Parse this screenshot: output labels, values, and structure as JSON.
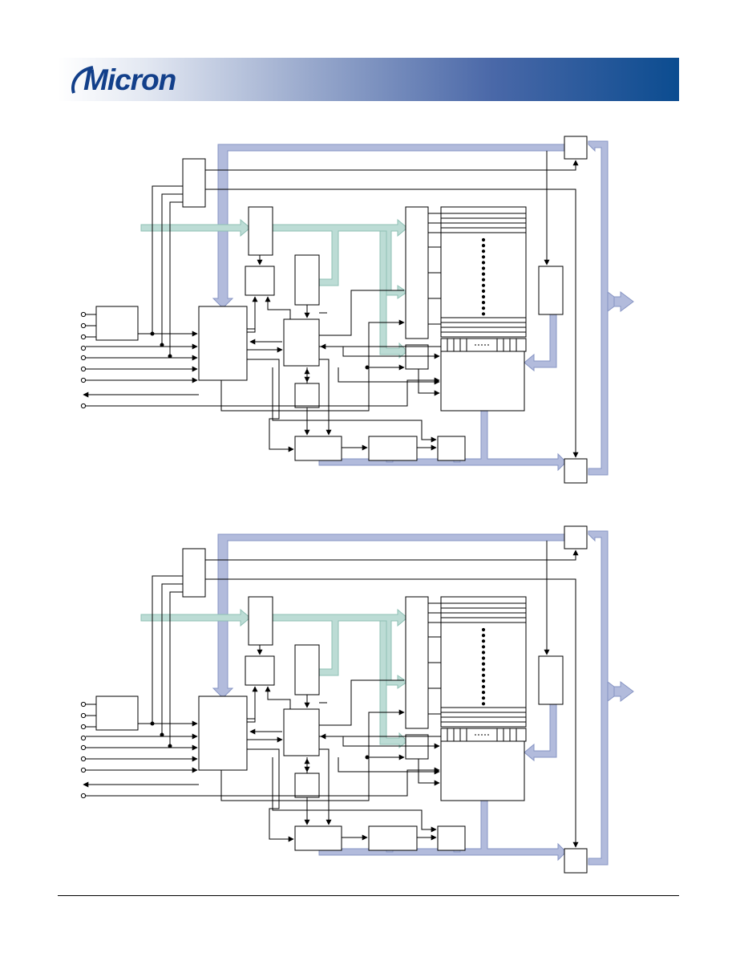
{
  "brand": {
    "name": "Micron",
    "logo_text": "Micron"
  },
  "diagrams": [
    {
      "id": "functional-block-diagram-1",
      "texts": []
    },
    {
      "id": "functional-block-diagram-2",
      "texts": []
    }
  ],
  "colors": {
    "bus_blue": "#b2bbdc",
    "bus_blue_edge": "#8795c4",
    "bus_green": "#bcdcd5",
    "bus_green_edge": "#8fc1b5",
    "line": "#000000",
    "banner_dark": "#0b4c90"
  }
}
